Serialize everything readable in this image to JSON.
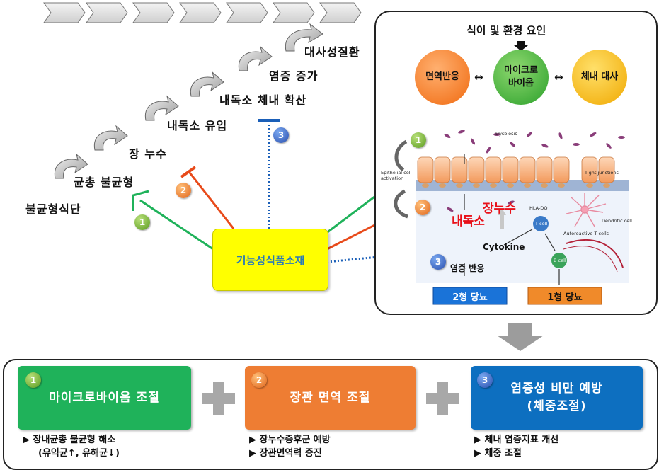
{
  "progression_steps": [
    {
      "label": "불균형식단"
    },
    {
      "label": "균총 불균형"
    },
    {
      "label": "장 누수"
    },
    {
      "label": "내독소 유입"
    },
    {
      "label": "내독소 체내 확산"
    },
    {
      "label": "염증 증가"
    },
    {
      "label": "대사성질환"
    }
  ],
  "center_box": {
    "label": "기능성식품소재"
  },
  "badges": {
    "one": "1",
    "two": "2",
    "three": "3"
  },
  "right_panel": {
    "top_label": "식이 및 환경 요인",
    "circles": {
      "immune": "면역반응",
      "microbiome_line1": "마이크로",
      "microbiome_line2": "바이옴",
      "metabolism": "체내 대사"
    },
    "double_arrow": "↔",
    "labels": {
      "endotoxin": "내독소",
      "leaky_gut": "장누수",
      "cytokine": "Cytokine",
      "inflammation": "염증 반응",
      "dysbiosis": "Dysbiosis",
      "epithelial": "Epithelial cell activation",
      "tight_junctions": "Tight junctions",
      "hla": "HLA-DQ",
      "t_cell": "T cell",
      "b_cell": "B cell",
      "dendritic": "Dendritic cell",
      "autoreactive": "Autoreactive T cells"
    },
    "diabetes": {
      "type2": "2형 당뇨",
      "type1": "1형 당뇨"
    }
  },
  "colors": {
    "green": "#1fb25a",
    "orange": "#ee7d33",
    "blue": "#0d6fc0",
    "yellow": "#ffff00",
    "red": "#e8111a"
  },
  "features": [
    {
      "title": "마이크로바이옴 조절",
      "bullets": [
        "▶ 장내균총 불균형 해소",
        "(유익균↑, 유해균↓)"
      ]
    },
    {
      "title": "장관 면역 조절",
      "bullets": [
        "▶ 장누수증후군 예방",
        "▶ 장관면역력 증진"
      ]
    },
    {
      "title_line1": "염증성 비만 예방",
      "title_line2": "(체중조절)",
      "bullets": [
        "▶ 체내 염증지표 개선",
        "▶ 체중 조절"
      ]
    }
  ]
}
